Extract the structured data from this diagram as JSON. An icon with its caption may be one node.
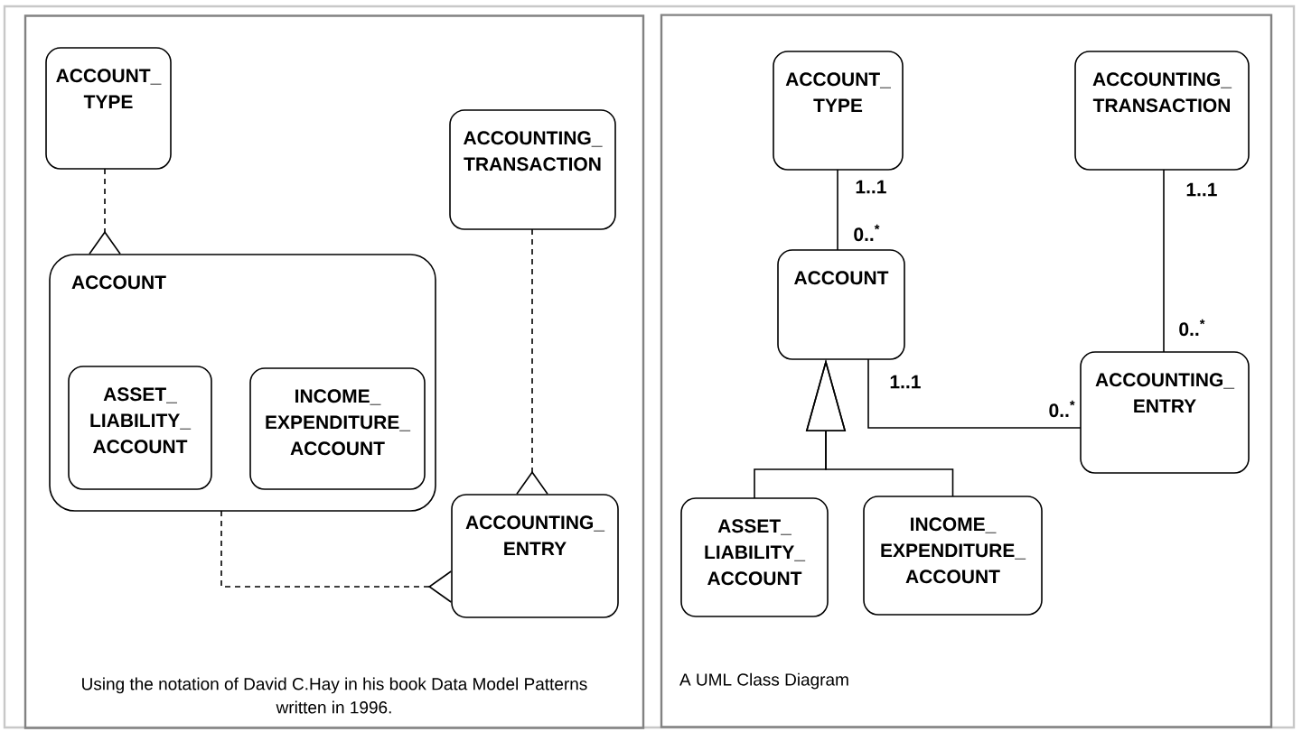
{
  "diagram": {
    "nodes": [
      {
        "text": [
          "Using the notation of David C.Hay in his book Data Model Patterns written in 1996."
        ]
      },
      {
        "text": [
          "ACCOUNT_ TYPE"
        ],
        "in": 0
      },
      {
        "text": [
          "ACCOUNT"
        ],
        "in": 0
      },
      {
        "text": [
          "ASSET_ LIABILITY_ ACCOUNT"
        ],
        "in": 2
      },
      {
        "text": [
          "INCOME_ EXPENDITURE_ ACCOUNT"
        ],
        "in": 2
      },
      {
        "text": [
          "ACCOUNTING_ TRANSACTION"
        ],
        "in": 0
      },
      {
        "text": [
          "ACCOUNTING_ ENTRY"
        ],
        "in": 0
      },
      {
        "text": [
          "A UML Class Diagram"
        ]
      },
      {
        "text": [
          "ACCOUNT_ TYPE"
        ],
        "in": 7
      },
      {
        "text": [
          "ACCOUNTING_ TRANSACTION"
        ],
        "in": 7
      },
      {
        "text": [
          "ACCOUNT"
        ],
        "in": 7
      },
      {
        "text": [
          "ACCOUNTING_ ENTRY"
        ],
        "in": 7
      },
      {
        "text": [
          "ASSET_ LIABILITY_ ACCOUNT"
        ],
        "in": 7
      },
      {
        "text": [
          "INCOME_ EXPENDITURE_ ACCOUNT"
        ],
        "in": 7
      }
    ],
    "edges": [
      {
        "from": 1,
        "to": 2,
        "arrow": "other",
        "style": "dashed"
      },
      {
        "from": 5,
        "to": 6,
        "arrow": "other",
        "style": "dashed"
      },
      {
        "from": 2,
        "to": 6,
        "arrow": "other",
        "style": "dashed"
      },
      {
        "from": 8,
        "to": 10,
        "arrow": "none"
      },
      {
        "from": 9,
        "to": 11,
        "arrow": "none"
      },
      {
        "from": 10,
        "to": 11,
        "arrow": "none"
      },
      {
        "from": 12,
        "to": 10,
        "arrow": "to"
      },
      {
        "from": 13,
        "to": 10,
        "arrow": "to"
      }
    ],
    "labels": [
      "1..1",
      "1..1",
      "0..$^{*}$",
      "0..$^{*}$",
      "1..1",
      "0..$^{*}$"
    ]
  }
}
